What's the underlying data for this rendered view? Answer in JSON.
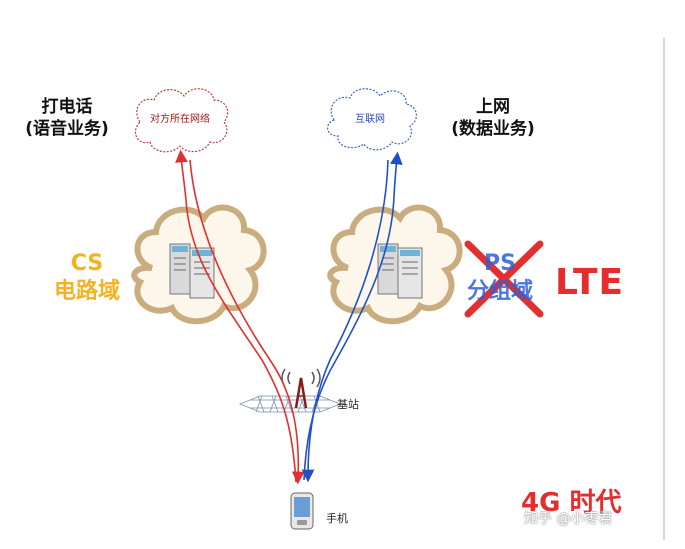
{
  "left_title": [
    "打电话",
    "(语音业务)"
  ],
  "right_title": [
    "上网",
    "(数据业务)"
  ],
  "cs_domain": [
    "CS",
    "电路域"
  ],
  "ps_domain": [
    "PS",
    "分组域"
  ],
  "lte_label": "LTE",
  "red_cloud_label": "对方所在网络",
  "blue_cloud_label": "互联网",
  "base_station_label": "基站",
  "phone_label": "手机",
  "era_label": "4G 时代",
  "watermark": "知乎 @小枣君",
  "colors": {
    "cs_yellow": "#f3b320",
    "ps_blue": "#2b5fd9",
    "lte_red": "#e62d2d",
    "voice_arrow": "#e23030",
    "data_arrow": "#2050c8",
    "cloud_fill": "#fdf6ea",
    "cloud_stroke": "#c9ad7f"
  }
}
